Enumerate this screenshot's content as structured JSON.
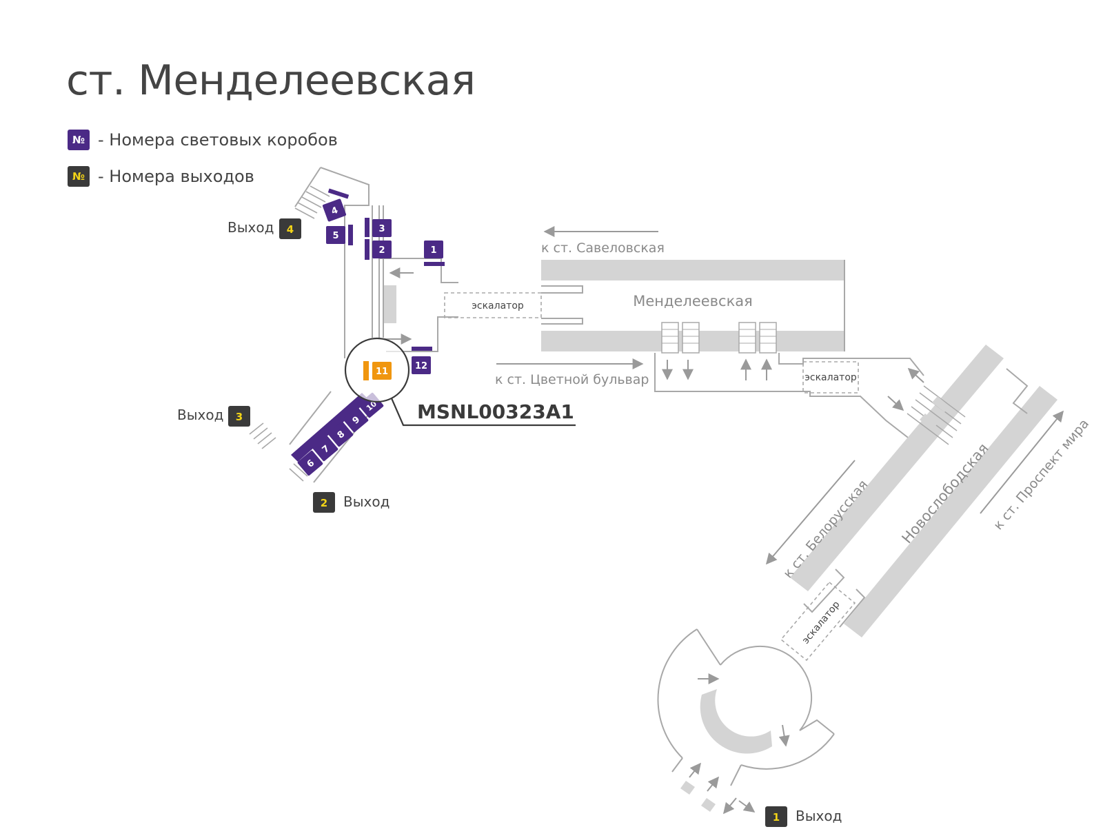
{
  "title": "ст. Менделеевская",
  "legend": {
    "box_symbol": "№",
    "box_text": "- Номера световых коробов",
    "exit_symbol": "№",
    "exit_text": "- Номера выходов"
  },
  "colors": {
    "box_purple": "#4b2a86",
    "exit_dark": "#3a3a3a",
    "exit_yellow": "#f3d417",
    "highlight_orange": "#f0960f",
    "platform_gray": "#d4d4d4",
    "outline_gray": "#a8a8a8",
    "text_gray": "#8a8a8a"
  },
  "exits": [
    {
      "number": "4",
      "label": "Выход"
    },
    {
      "number": "3",
      "label": "Выход"
    },
    {
      "number": "2",
      "label": "Выход"
    },
    {
      "number": "1",
      "label": "Выход"
    }
  ],
  "light_boxes": [
    "1",
    "2",
    "3",
    "4",
    "5",
    "6",
    "7",
    "8",
    "9",
    "10",
    "12"
  ],
  "highlight": {
    "number": "11",
    "code": "MSNL00323A1"
  },
  "labels": {
    "escalator_top": "эскалатор",
    "escalator_mid": "эскалатор",
    "escalator_diag": "эскалатор",
    "platform_mendeleevskaya": "Менделеевская",
    "platform_novoslobodskaya": "Новослободская",
    "to_savelovskaya": "к ст. Савеловская",
    "to_tsvetnoy": "к ст. Цветной бульвар",
    "to_belorusskaya": "к ст. Белорусская",
    "to_prospekt_mira": "к ст. Проспект мира"
  }
}
